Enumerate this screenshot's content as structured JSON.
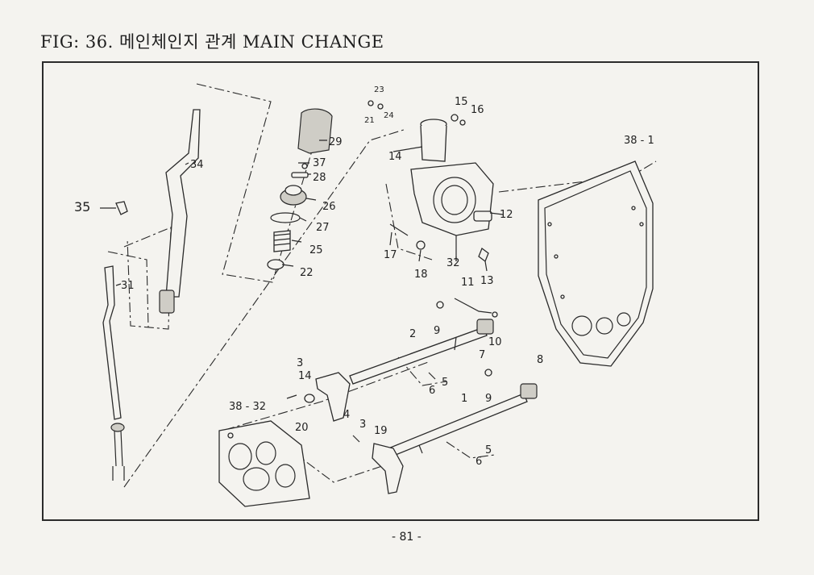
{
  "figure": {
    "title": "FIG: 36. 메인체인지 관계 MAIN CHANGE",
    "page_number": "- 81 -"
  },
  "labels": {
    "l34": "34",
    "l35": "35",
    "l31": "31",
    "l29": "29",
    "l37": "37",
    "l28": "28",
    "l26": "26",
    "l27": "27",
    "l25": "25",
    "l22": "22",
    "l23": "23",
    "l21": "21",
    "l24": "24",
    "l15": "15",
    "l16": "16",
    "l14a": "14",
    "l12": "12",
    "l17": "17",
    "l18": "18",
    "l32": "32",
    "l13": "13",
    "l38_1": "38 - 1",
    "l11": "11",
    "l9a": "9",
    "l2": "2",
    "l7": "7",
    "l10": "10",
    "l5a": "5",
    "l6a": "6",
    "l3a": "3",
    "l14b": "14",
    "l8": "8",
    "l9b": "9",
    "l1": "1",
    "l38_32": "38 - 32",
    "l20": "20",
    "l4": "4",
    "l3b": "3",
    "l19": "19",
    "l5b": "5",
    "l6b": "6"
  }
}
